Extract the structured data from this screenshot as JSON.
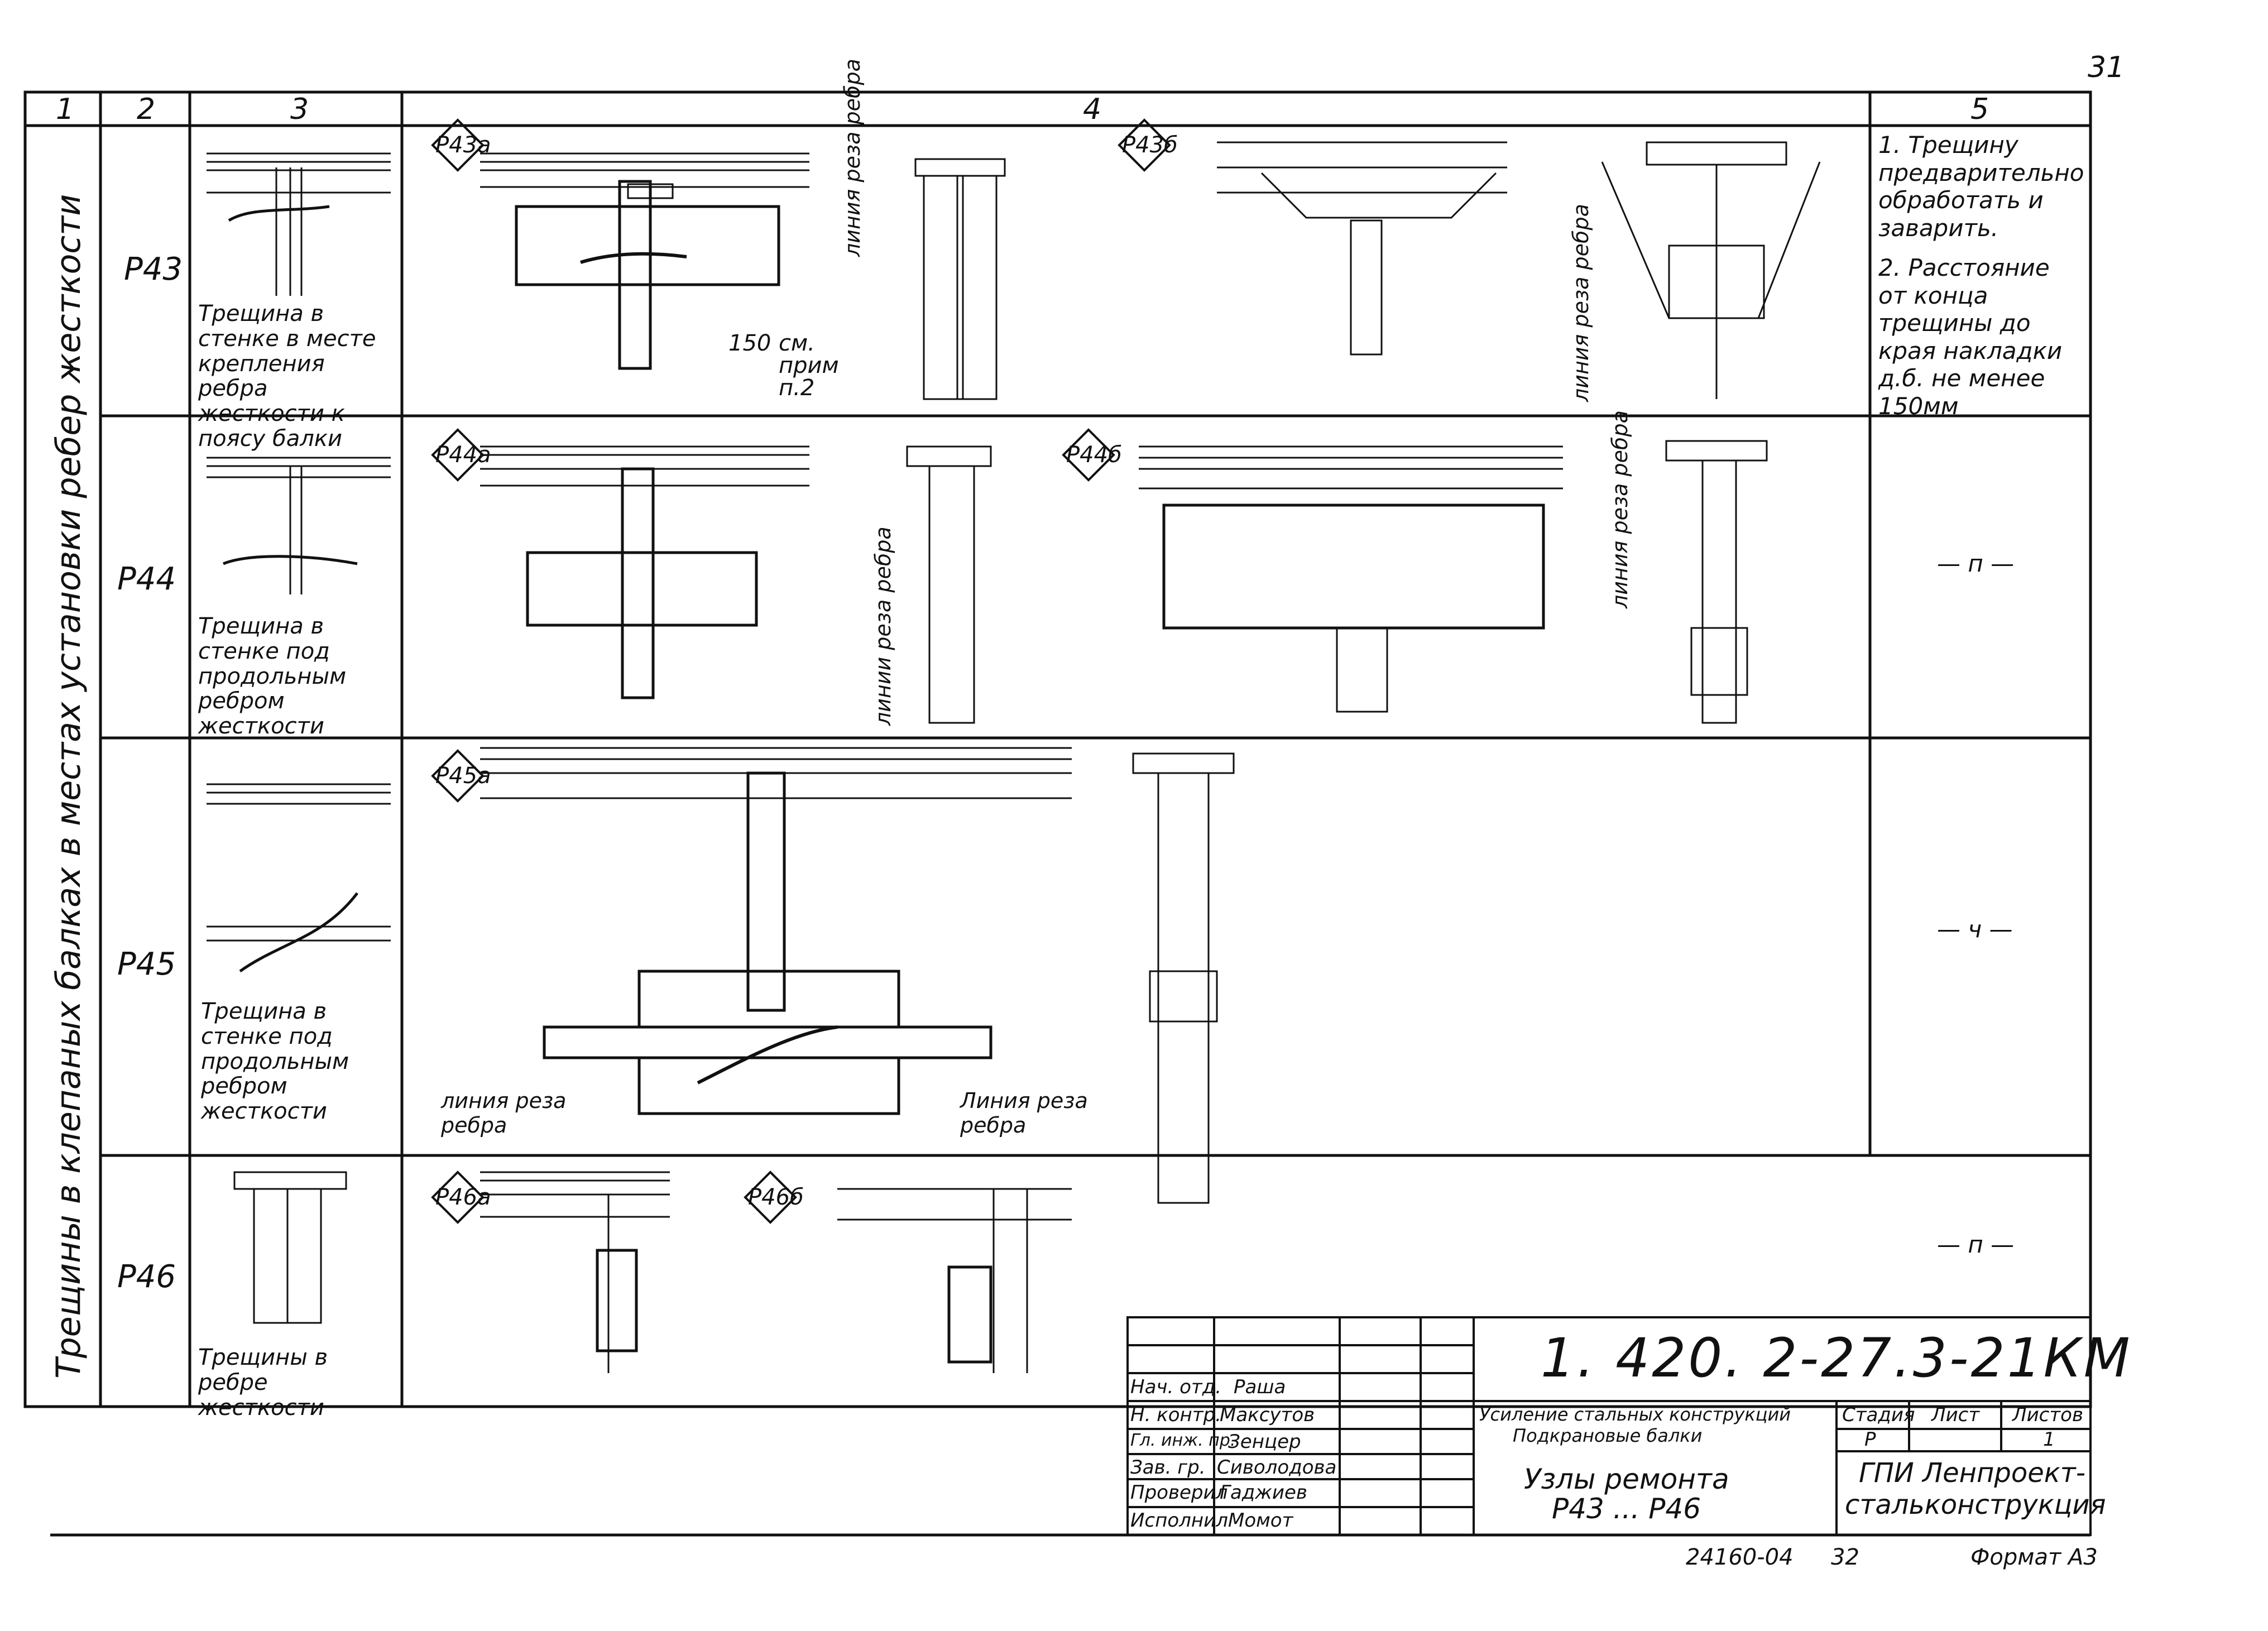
{
  "page_number": "31",
  "columns": {
    "c1": "1",
    "c2": "2",
    "c3": "3",
    "c4": "4",
    "c5": "5"
  },
  "side_title": "Трещины в клепаных балках в местах установки ребер жесткости",
  "rows": [
    {
      "code": "Р43",
      "description": "Трещина в стенке в месте крепления ребра жесткости к поясу балки",
      "tags": [
        "Р43а",
        "Р43б"
      ],
      "dim": "150",
      "dim_note": "см. прим п.2",
      "cut_a": "линия реза ребра",
      "cut_b": "линия реза ребра"
    },
    {
      "code": "Р44",
      "description": "Трещина в стенке под продольным ребром жесткости",
      "tags": [
        "Р44а",
        "Р44б"
      ],
      "cut_a": "линии реза ребра",
      "cut_b": "линия реза ребра",
      "note": "— п —"
    },
    {
      "code": "Р45",
      "description": "Трещина в стенке под продольным ребром жесткости",
      "tags": [
        "Р45а"
      ],
      "cut_left": "линия реза ребра",
      "cut_right": "Линия реза ребра",
      "note": "— ч —"
    },
    {
      "code": "Р46",
      "description": "Трещины в ребре жесткости",
      "tags": [
        "Р46а",
        "Р46б"
      ],
      "note": "— п —"
    }
  ],
  "notes": {
    "n1": "1. Трещину предварительно обработать и заварить.",
    "n2": "2. Расстояние от конца трещины до края накладки д.б. не менее 150мм"
  },
  "title_block": {
    "doc_code": "1. 420. 2-27.3-21КМ",
    "roles": [
      "Нач. отд.",
      "Н. контр.",
      "Гл. инж. пр.",
      "Зав. гр.",
      "Проверил",
      "Исполнил"
    ],
    "names": [
      "Раша",
      "Максутов",
      "Зенцер",
      "Сиволодова",
      "Гаджиев",
      "Момот"
    ],
    "object_line1": "Усиление стальных конструкций",
    "object_line2": "Подкрановые балки",
    "stage_label": "Стадия",
    "sheet_label": "Лист",
    "sheets_label": "Листов",
    "stage": "Р",
    "sheet": "",
    "sheets": "1",
    "drawing_title_1": "Узлы ремонта",
    "drawing_title_2": "Р43 ... Р46",
    "org_1": "ГПИ Ленпроект-",
    "org_2": "стальконструкция"
  },
  "footer": {
    "inv": "24160-04",
    "page": "32",
    "format": "Формат А3"
  }
}
